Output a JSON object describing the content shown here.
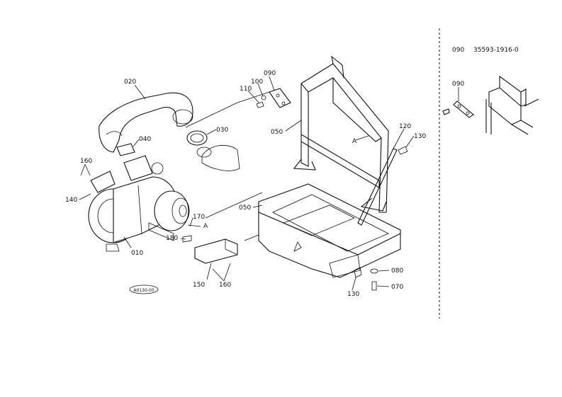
{
  "header": {
    "ref_no": "090",
    "part_no": "35593-1916-0"
  },
  "drawing_code": "A0130-00",
  "detail_label": "A",
  "inset_callouts": [
    {
      "text": "090"
    }
  ],
  "callouts": [
    {
      "text": "020"
    },
    {
      "text": "040"
    },
    {
      "text": "030"
    },
    {
      "text": "160"
    },
    {
      "text": "140"
    },
    {
      "text": "010"
    },
    {
      "text": "170"
    },
    {
      "text": "180"
    },
    {
      "text": "150"
    },
    {
      "text": "160"
    },
    {
      "text": "110"
    },
    {
      "text": "100"
    },
    {
      "text": "090"
    },
    {
      "text": "050"
    },
    {
      "text": "120"
    },
    {
      "text": "130"
    },
    {
      "text": "050"
    },
    {
      "text": "130"
    },
    {
      "text": "080"
    },
    {
      "text": "070"
    }
  ]
}
